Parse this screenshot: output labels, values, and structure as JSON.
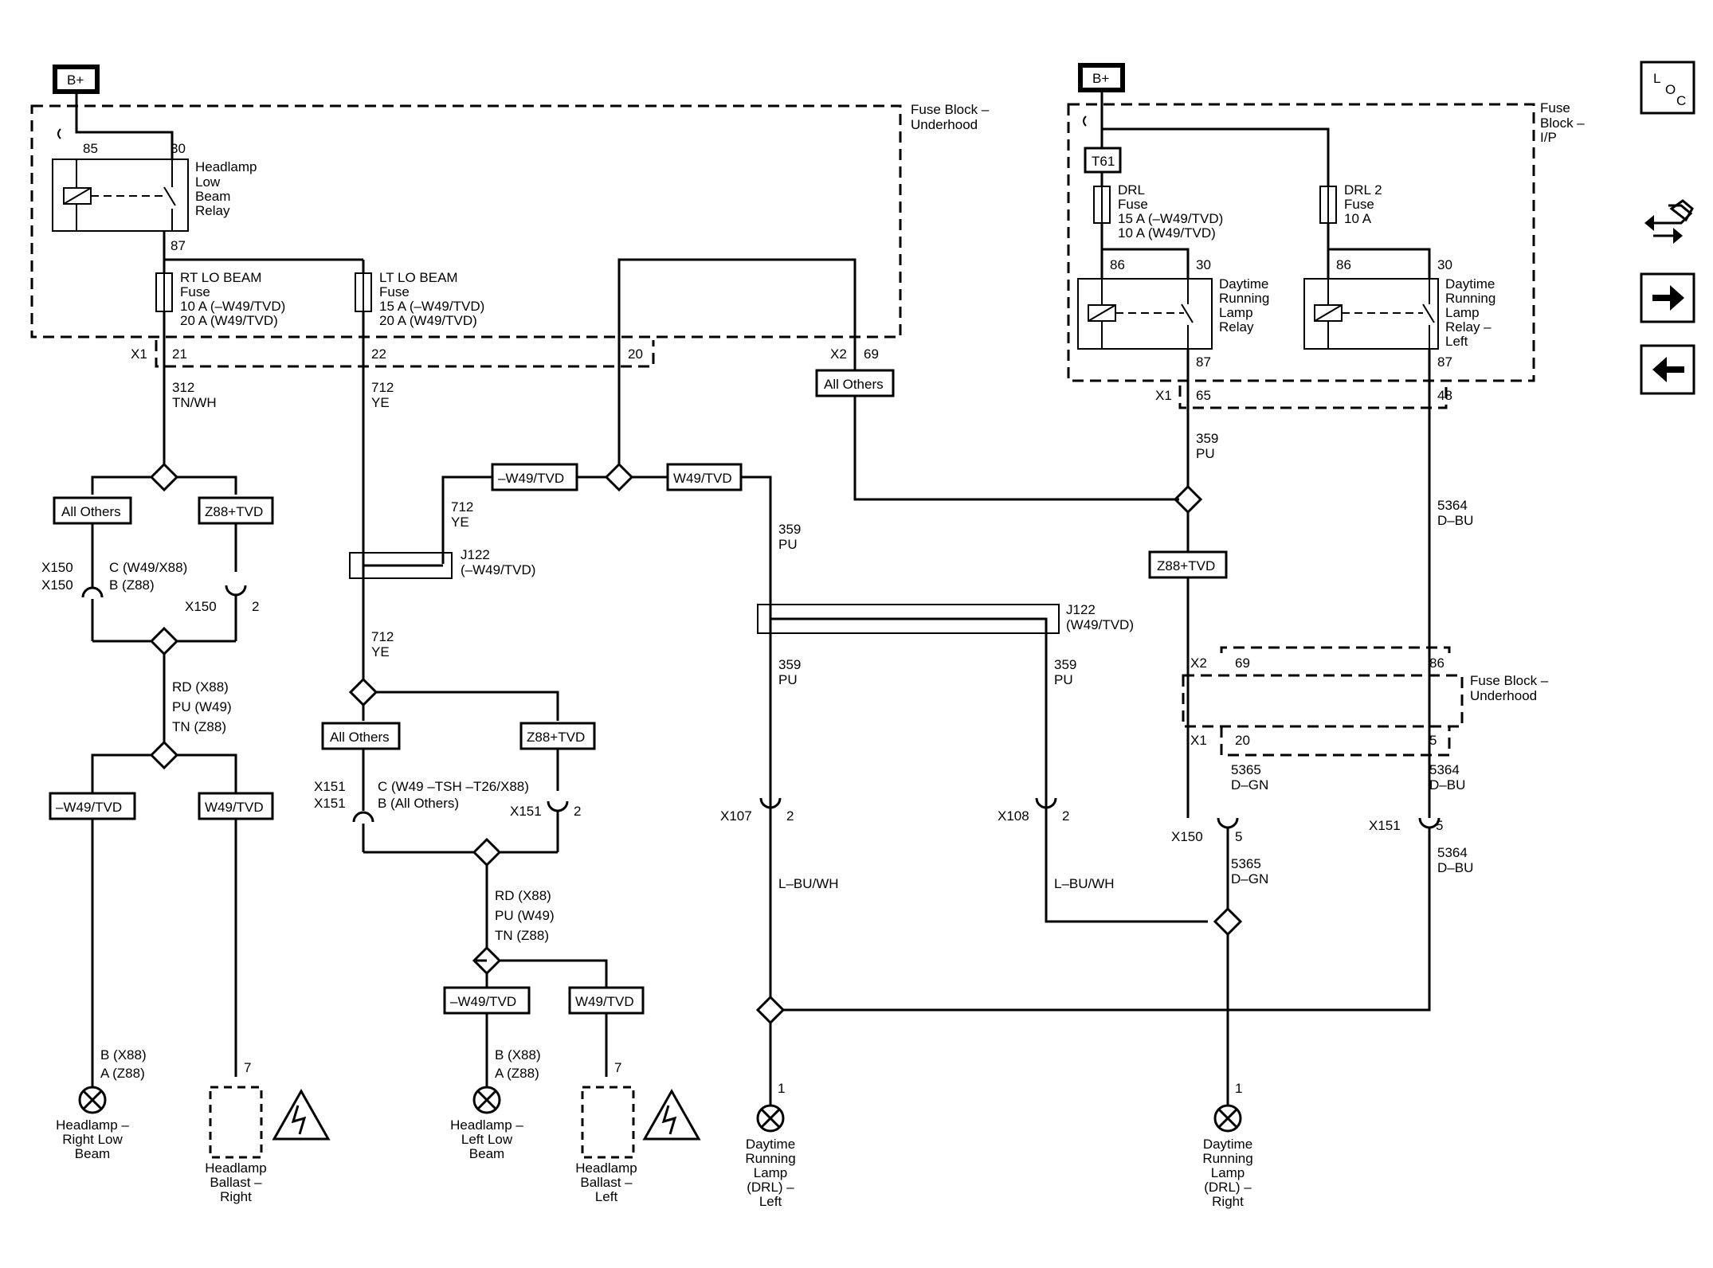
{
  "bplus": {
    "left": "B+",
    "right": "B+"
  },
  "loc": {
    "l": "L",
    "o": "O",
    "c": "C"
  },
  "fuse_block_underhood": {
    "line1": "Fuse Block –",
    "line2": "Underhood"
  },
  "fuse_block_ip": {
    "line1": "Fuse",
    "line2": "Block –",
    "line3": "I/P"
  },
  "fuse_block_underhood2": {
    "line1": "Fuse Block –",
    "line2": "Underhood"
  },
  "low_beam_relay": {
    "pin85": "85",
    "pin30": "30",
    "pin87": "87",
    "line1": "Headlamp",
    "line2": "Low",
    "line3": "Beam",
    "line4": "Relay"
  },
  "rt_lo_fuse": {
    "line1": "RT LO BEAM",
    "line2": "Fuse",
    "line3": "10 A (–W49/TVD)",
    "line4": "20 A (W49/TVD)"
  },
  "lt_lo_fuse": {
    "line1": "LT LO BEAM",
    "line2": "Fuse",
    "line3": "15 A (–W49/TVD)",
    "line4": "20 A (W49/TVD)"
  },
  "connectors_top": {
    "x1": "X1",
    "p21": "21",
    "p22": "22",
    "p20": "20",
    "x2": "X2",
    "p69": "69"
  },
  "wire_312": {
    "num": "312",
    "color": "TN/WH"
  },
  "wire_712a": {
    "num": "712",
    "color": "YE"
  },
  "wire_712b": {
    "num": "712",
    "color": "YE"
  },
  "wire_712c": {
    "num": "712",
    "color": "YE"
  },
  "all_others_top": "All Others",
  "opt_left": {
    "all_others": "All Others",
    "z88": "Z88+TVD"
  },
  "x150_left": {
    "a": "X150",
    "b": "X150",
    "c": "C (W49/X88)",
    "d": "B (Z88)",
    "e": "X150",
    "pin": "2"
  },
  "right_colors": {
    "a": "RD (X88)",
    "b": "PU (W49)",
    "c": "TN (Z88)"
  },
  "opt_left_low": {
    "a": "–W49/TVD",
    "b": "W49/TVD"
  },
  "right_lamp": {
    "pin_a": "B (X88)",
    "pin_b": "A (Z88)",
    "line1": "Headlamp –",
    "line2": "Right Low",
    "line3": "Beam"
  },
  "right_ballast": {
    "pin": "7",
    "line1": "Headlamp",
    "line2": "Ballast –",
    "line3": "Right"
  },
  "splice_opts": {
    "neg": "–W49/TVD",
    "pos": "W49/TVD"
  },
  "j122_a": {
    "name": "J122",
    "opt": "(–W49/TVD)"
  },
  "opt_mid": {
    "all_others": "All Others",
    "z88": "Z88+TVD"
  },
  "x151_mid": {
    "a": "X151",
    "b": "X151",
    "c": "C (W49 –TSH –T26/X88)",
    "d": "B (All Others)",
    "e": "X151",
    "pin": "2"
  },
  "left_colors": {
    "a": "RD (X88)",
    "b": "PU (W49)",
    "c": "TN (Z88)"
  },
  "opt_mid_low": {
    "a": "–W49/TVD",
    "b": "W49/TVD"
  },
  "left_lamp": {
    "pin_a": "B (X88)",
    "pin_b": "A (Z88)",
    "line1": "Headlamp –",
    "line2": "Left Low",
    "line3": "Beam"
  },
  "left_ballast": {
    "pin": "7",
    "line1": "Headlamp",
    "line2": "Ballast –",
    "line3": "Left"
  },
  "wire_359a": {
    "num": "359",
    "color": "PU"
  },
  "j122_b": {
    "name": "J122",
    "opt": "(W49/TVD)"
  },
  "wire_359b": {
    "num": "359",
    "color": "PU"
  },
  "wire_359c": {
    "num": "359",
    "color": "PU"
  },
  "x107": {
    "name": "X107",
    "pin": "2"
  },
  "x108": {
    "name": "X108",
    "pin": "2"
  },
  "lbu_a": "L–BU/WH",
  "lbu_b": "L–BU/WH",
  "drl_left_lamp": {
    "pin": "1",
    "line1": "Daytime",
    "line2": "Running",
    "line3": "Lamp",
    "line4": "(DRL) –",
    "line5": "Left"
  },
  "t61": "T61",
  "drl_fuse": {
    "line1": "DRL",
    "line2": "Fuse",
    "line3": "15 A (–W49/TVD)",
    "line4": "10 A (W49/TVD)"
  },
  "drl2_fuse": {
    "line1": "DRL 2",
    "line2": "Fuse",
    "line3": "10 A"
  },
  "drl_relay": {
    "pin86": "86",
    "pin30": "30",
    "pin87": "87",
    "line1": "Daytime",
    "line2": "Running",
    "line3": "Lamp",
    "line4": "Relay"
  },
  "drl_relay_left": {
    "pin86": "86",
    "pin30": "30",
    "pin87": "87",
    "line1": "Daytime",
    "line2": "Running",
    "line3": "Lamp",
    "line4": "Relay –",
    "line5": "Left"
  },
  "connectors_right": {
    "x1": "X1",
    "p65": "65",
    "p48": "48"
  },
  "wire_359d": {
    "num": "359",
    "color": "PU"
  },
  "wire_5364a": {
    "num": "5364",
    "color": "D–BU"
  },
  "z88_right": "Z88+TVD",
  "underhood_conn": {
    "x2": "X2",
    "p69": "69",
    "p86": "86",
    "x1": "X1",
    "p20": "20",
    "p5": "5"
  },
  "wire_5365a": {
    "num": "5365",
    "color": "D–GN"
  },
  "wire_5364b": {
    "num": "5364",
    "color": "D–BU"
  },
  "x150_right": {
    "name": "X150",
    "pin": "5"
  },
  "x151_right": {
    "name": "X151",
    "pin": "5"
  },
  "wire_5365b": {
    "num": "5365",
    "color": "D–GN"
  },
  "wire_5364c": {
    "num": "5364",
    "color": "D–BU"
  },
  "drl_right_lamp": {
    "pin": "1",
    "line1": "Daytime",
    "line2": "Running",
    "line3": "Lamp",
    "line4": "(DRL) –",
    "line5": "Right"
  }
}
